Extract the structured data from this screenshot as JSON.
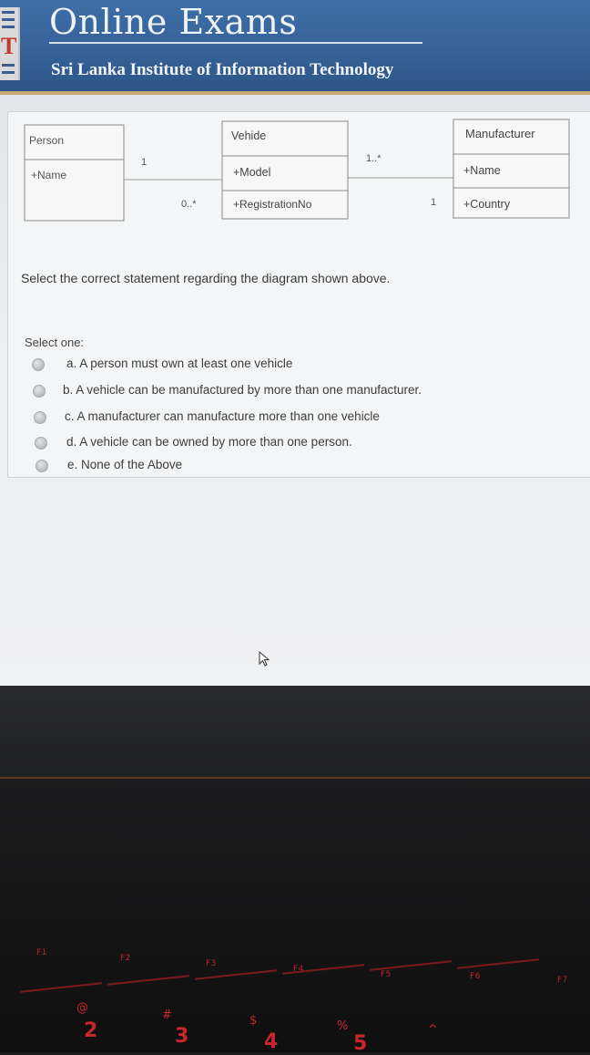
{
  "header": {
    "title": "Online Exams",
    "institute": "Sri Lanka Institute of Information Technology",
    "logo_letter": "T"
  },
  "diagram": {
    "classes": [
      {
        "name": "Person",
        "attributes": [
          "+Name"
        ]
      },
      {
        "name": "Vehide",
        "attributes": [
          "+Model",
          "+RegistrationNo"
        ]
      },
      {
        "name": "Manufacturer",
        "attributes": [
          "+Name",
          "+Country"
        ]
      }
    ],
    "multiplicities": {
      "person_end": "1",
      "vehicle_person_end": "0..*",
      "vehicle_manufacturer_end": "1..*",
      "manufacturer_end": "1"
    }
  },
  "question": {
    "prompt": "Select the correct statement regarding the diagram shown above.",
    "select_label": "Select one:",
    "options": [
      "a. A person must own at least one vehicle",
      "b. A vehicle can be manufactured by more than one manufacturer.",
      "c. A manufacturer can manufacture more than one vehicle",
      "d. A vehicle can be owned by more than one person.",
      "e. None of the Above"
    ]
  },
  "keyboard": {
    "function_keys": [
      "F1",
      "F2",
      "F3",
      "F4",
      "F5",
      "F6",
      "F7"
    ],
    "number_keys": [
      "2",
      "3",
      "4",
      "5"
    ],
    "symbols": [
      "@",
      "#",
      "$",
      "%",
      "^"
    ]
  },
  "colors": {
    "header_blue": "#3a679e",
    "accent_rule": "#c9a878",
    "key_red": "#c8262b"
  }
}
